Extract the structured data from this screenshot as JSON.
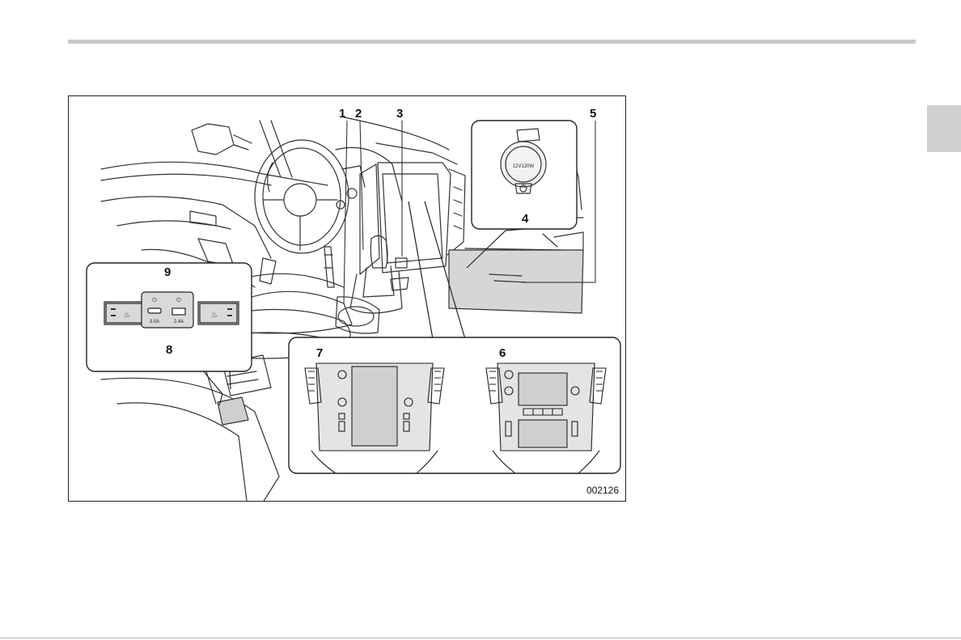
{
  "figure": {
    "code": "002126",
    "callouts": {
      "c1": "1",
      "c2": "2",
      "c3": "3",
      "c4": "4",
      "c5": "5",
      "c6": "6",
      "c7": "7",
      "c8": "8",
      "c9": "9"
    },
    "usb_labels": {
      "usb_c": "3.0A",
      "usb_a": "2.4A"
    }
  }
}
